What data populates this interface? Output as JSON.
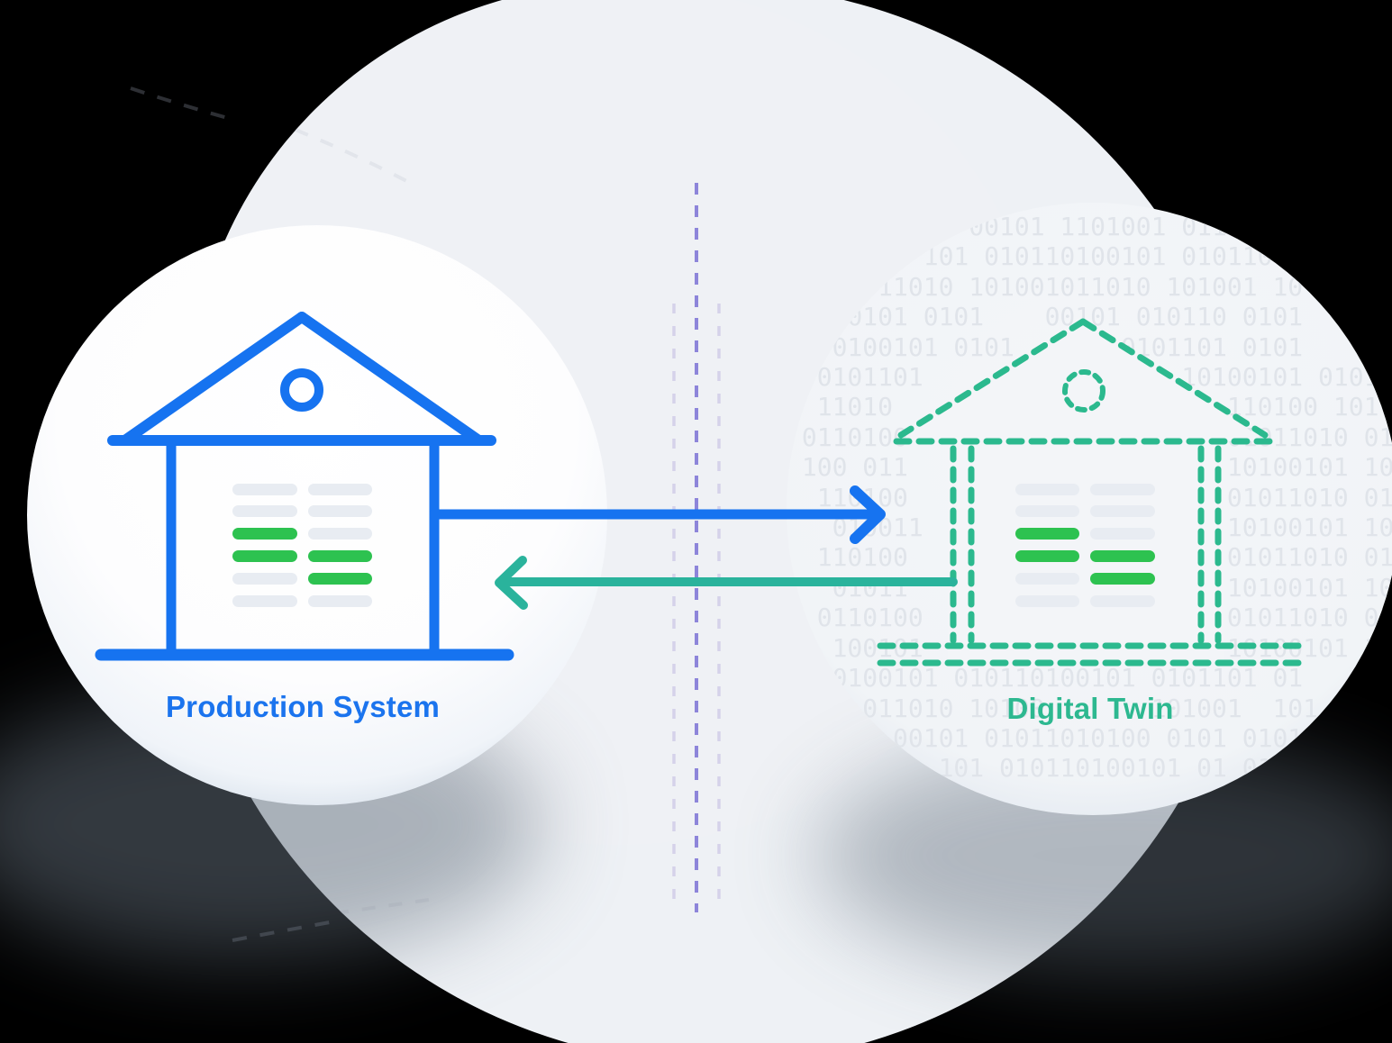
{
  "scene": {
    "left_node": {
      "label": "Production System"
    },
    "right_node": {
      "label": "Digital Twin"
    },
    "icons": {
      "left": "production-house-icon",
      "right": "digital-twin-dashed-house-icon",
      "arrow_right": "sync-arrow-to-twin-icon",
      "arrow_left": "sync-arrow-to-production-icon"
    },
    "binary": {
      "rows": [
        "            00101 1101001 011",
        "         101 010110100101 010110",
        "      11010 101001011010 101001 10",
        "  100101 0101    00101 010110 0101",
        "   0100101 0101    01 0101101 0101",
        "  0101101                 10100101 0101",
        "  11010                      110100 101",
        " 0110100                     01011010 01",
        " 100 011                     10100101 10",
        "  110100                     01011010 01",
        "   010011                    10100101 10",
        "  110100                     01011010 01",
        "   01011                     10100101 10",
        "  0110100                    01011010 01",
        "   100101                    10100101 10",
        "   0100101 010110100101 0101101 01",
        "     011010 10100       101001  101",
        "       00101 01011010100 0101 0101",
        "          101 010110100101 01 010"
      ]
    }
  },
  "colors": {
    "blue": "#1673f0",
    "teal": "#2bb98e",
    "tealarrow": "#2ab39c",
    "green": "#2dc250",
    "bargray": "#e8ecf2",
    "purple": "#8d85da",
    "flank": "#d5d2ea",
    "binary": "#e0e4ea",
    "labelblue": "#1b74ee",
    "labelteal": "#2db890",
    "background": "#000000"
  }
}
